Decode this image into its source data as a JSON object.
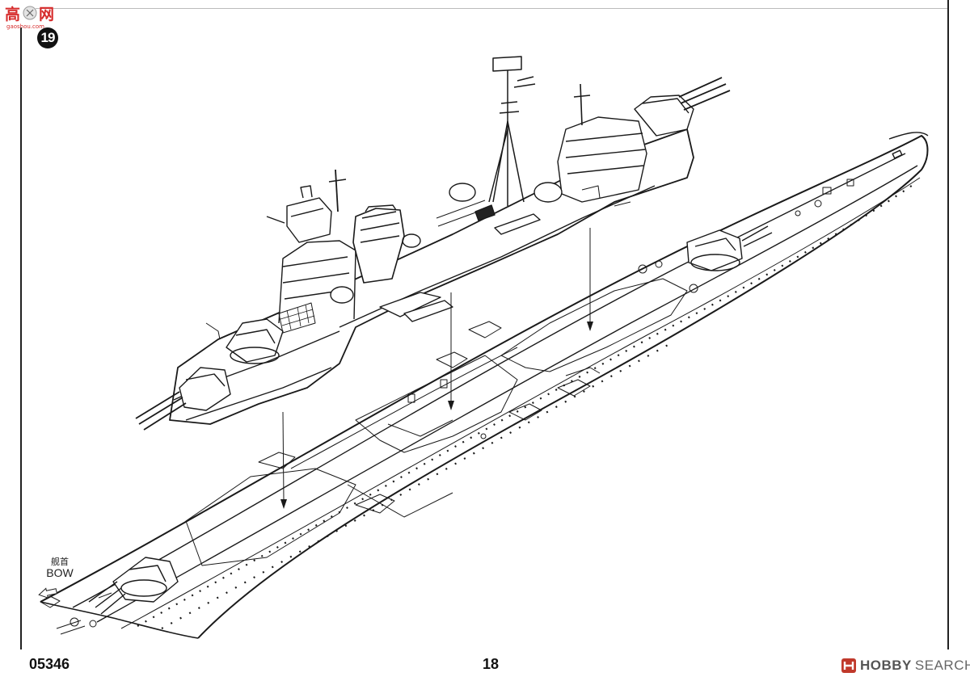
{
  "watermark": {
    "site_text": "高玩网",
    "site_url": "gaoshou.com"
  },
  "step": {
    "number": "19"
  },
  "direction": {
    "label_cn": "舰首",
    "label_en": "BOW"
  },
  "footer": {
    "product_code": "05346",
    "page_number": "18"
  },
  "hobby_search": {
    "logo_text": "HOBBY",
    "logo_text2": "SEARCH"
  },
  "colors": {
    "line": "#1a1a1a",
    "badge": "#111111",
    "watermark_red": "#d62b2b"
  },
  "icons": {
    "bow_arrow": "arrow-left-icon",
    "step_badge": "circle-number-badge",
    "hobby_search": "hobby-search-logo-icon"
  }
}
